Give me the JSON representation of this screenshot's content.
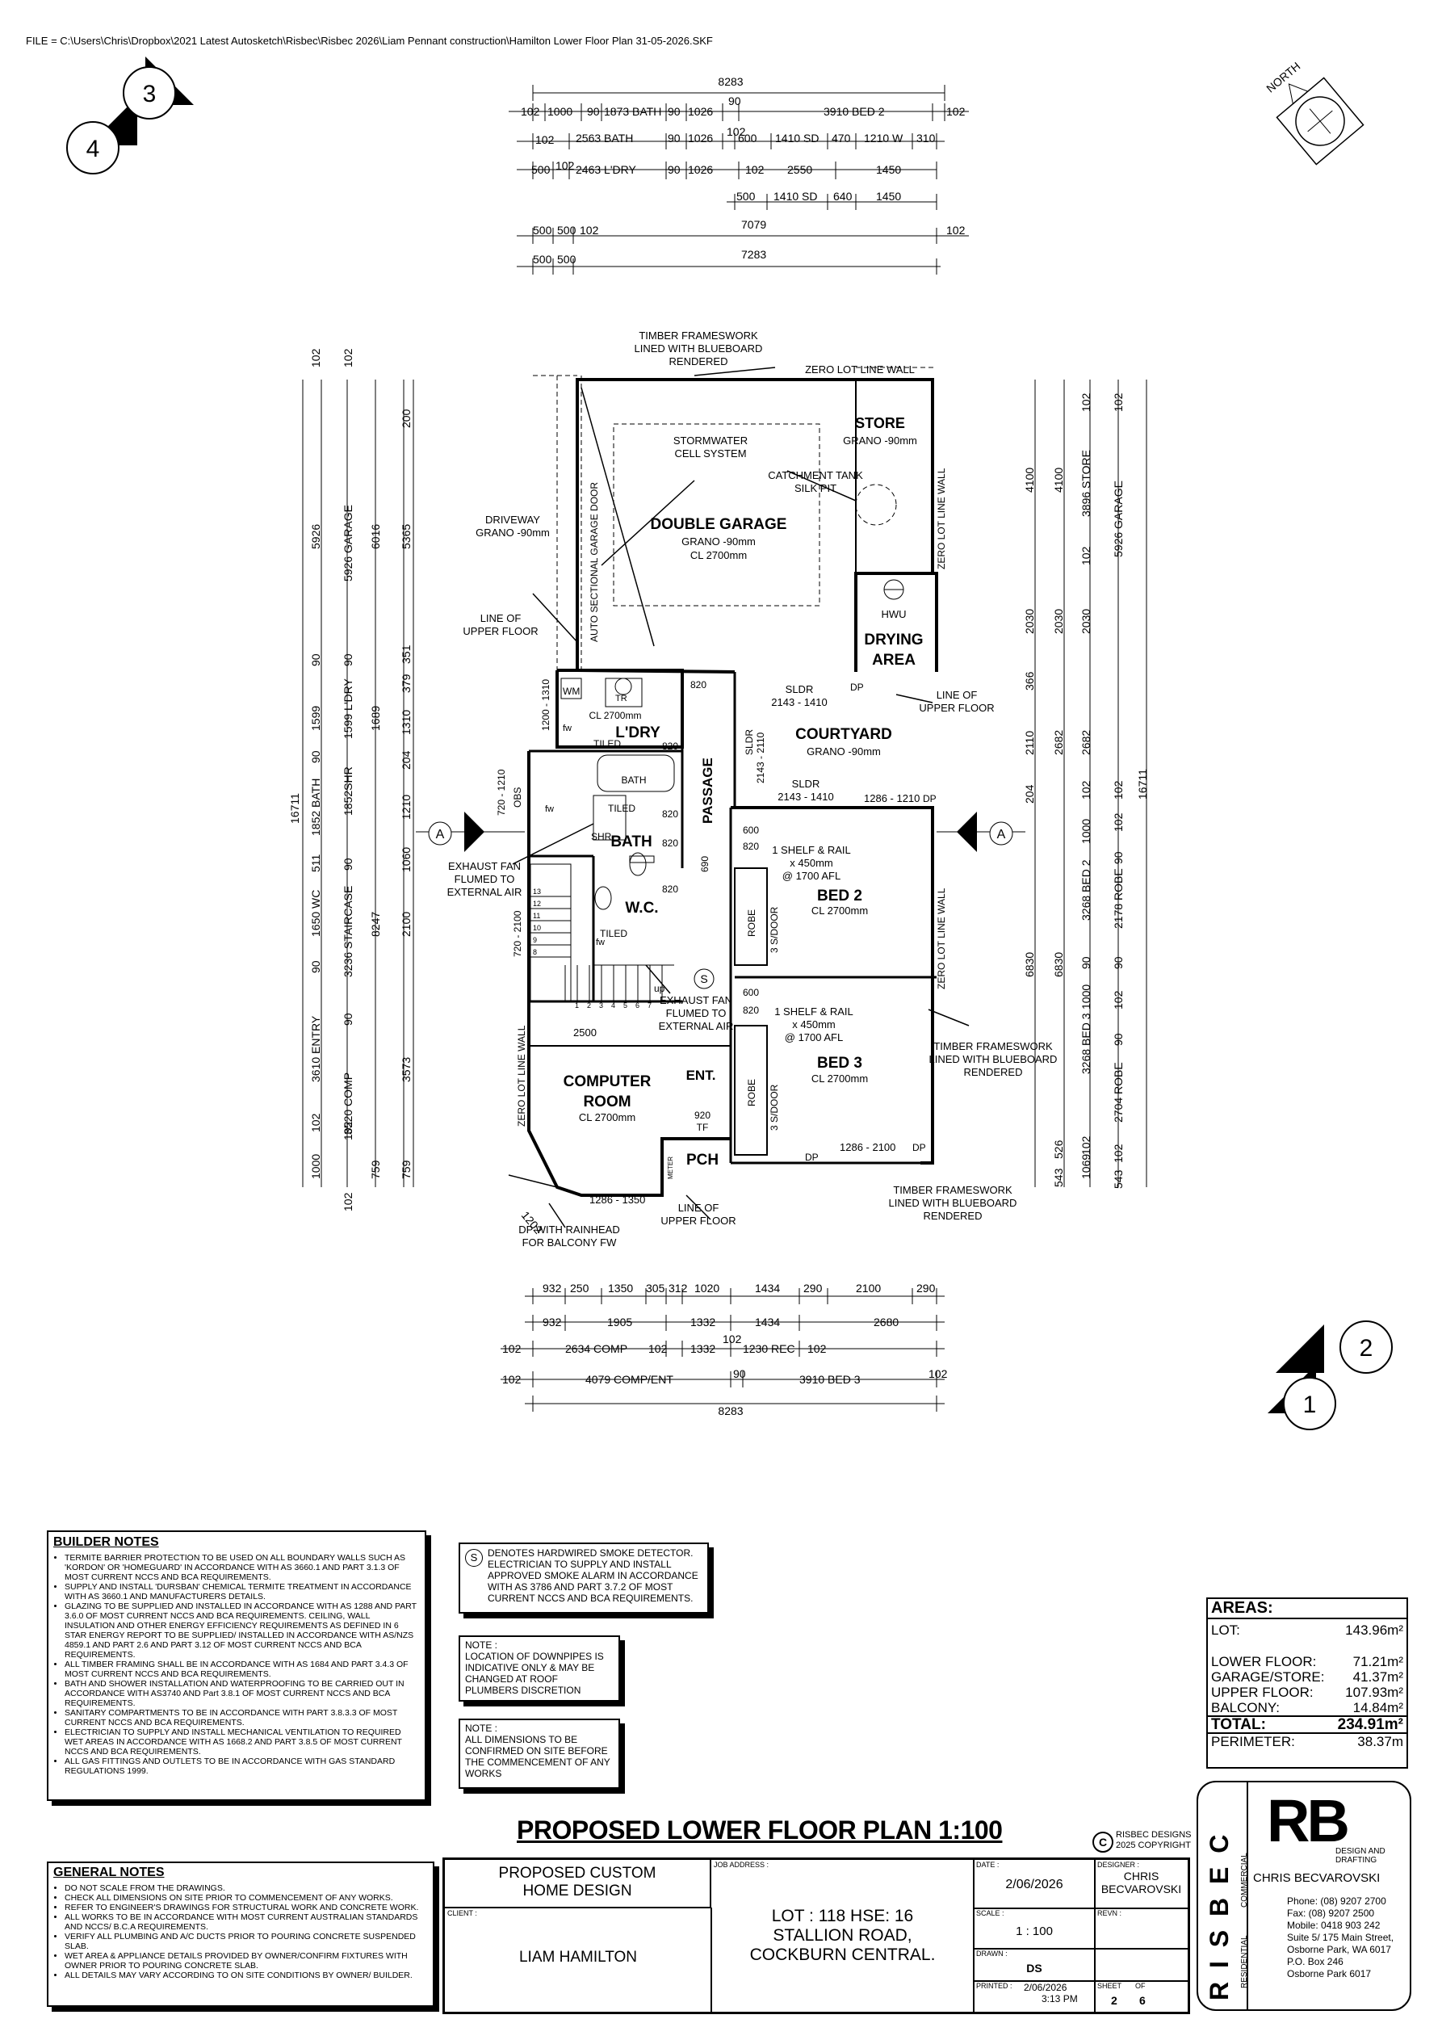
{
  "file_path": "FILE  = C:\\Users\\Chris\\Dropbox\\2021 Latest Autosketch\\Risbec\\Risbec 2026\\Liam Pennant construction\\Hamilton Lower Floor Plan 31-05-2026.SKF",
  "north_label": "NORTH",
  "section_markers": [
    "3",
    "4",
    "2",
    "1"
  ],
  "section_a": "A",
  "top_dims": {
    "overall": "8283",
    "row1": [
      "102",
      "1000",
      "90",
      "1873 BATH",
      "90",
      "1026",
      "90",
      "3910 BED 2",
      "102"
    ],
    "row2": [
      "102",
      "2563 BATH",
      "90",
      "1026",
      "102",
      "600",
      "1410 SD",
      "470",
      "1210 W",
      "310"
    ],
    "row3": [
      "500",
      "102",
      "2463 L'DRY",
      "90",
      "1026",
      "102",
      "2550",
      "1450"
    ],
    "row4": [
      "500",
      "1410 SD",
      "640",
      "1450"
    ],
    "row5": [
      "500",
      "500",
      "102",
      "7079",
      "102"
    ],
    "row6": [
      "500",
      "500",
      "7283"
    ]
  },
  "bottom_dims": {
    "row1": [
      "932",
      "250",
      "1350",
      "305",
      "312",
      "1020",
      "1434",
      "290",
      "2100",
      "290"
    ],
    "row2": [
      "932",
      "1905",
      "1332",
      "1434",
      "2680"
    ],
    "row3": [
      "102",
      "2634 COMP",
      "102",
      "1332",
      "102",
      "1230 REC",
      "102"
    ],
    "row4": [
      "102",
      "4079 COMP/ENT",
      "90",
      "3910 BED 3",
      "102"
    ],
    "overall": "8283"
  },
  "left_dims": [
    "102",
    "102",
    "200",
    "5926",
    "5926 GARAGE",
    "6016",
    "5365",
    "90",
    "90",
    "351",
    "1599",
    "1599 L'DRY",
    "1689",
    "379",
    "1310",
    "90",
    "1852SHR",
    "204",
    "1852 BATH",
    "1210",
    "511",
    "16711",
    "90",
    "1650 WC",
    "3236 STAIRCASE",
    "1060",
    "2100",
    "8247",
    "90",
    "90",
    "3610 ENTRY",
    "3573",
    "3520 COMP",
    "102",
    "1000",
    "102",
    "759",
    "759",
    "102"
  ],
  "right_dims": [
    "102",
    "102",
    "4100",
    "4100",
    "3896 STORE",
    "102",
    "5926 GARAGE",
    "2030",
    "2030",
    "2030",
    "366",
    "2110",
    "2682",
    "2682",
    "204",
    "102",
    "102",
    "16711",
    "1000",
    "102",
    "90",
    "3268 BED 2",
    "2178 ROBE",
    "6830",
    "6830",
    "90",
    "90",
    "1000",
    "102",
    "3268 BED 3",
    "90",
    "2704 ROBE",
    "526",
    "1069",
    "543",
    "102",
    "543",
    "102"
  ],
  "rooms": {
    "store": {
      "name": "STORE",
      "sub": "GRANO -90mm"
    },
    "garage": {
      "name": "DOUBLE GARAGE",
      "sub1": "GRANO -90mm",
      "sub2": "CL 2700mm"
    },
    "drying": {
      "name1": "DRYING",
      "name2": "AREA",
      "hwu": "HWU"
    },
    "laundry": {
      "name": "L'DRY",
      "cl": "CL 2700mm",
      "tiled": "TILED"
    },
    "courtyard": {
      "name": "COURTYARD",
      "sub": "GRANO -90mm"
    },
    "passage": "PASSAGE",
    "bath": {
      "name": "BATH",
      "tiled": "TILED",
      "fixture": "BATH",
      "shr": "SHR"
    },
    "wc": {
      "name": "W.C.",
      "tiled": "TILED"
    },
    "bed2": {
      "name": "BED 2",
      "cl": "CL 2700mm"
    },
    "bed3": {
      "name": "BED 3",
      "cl": "CL 2700mm"
    },
    "computer": {
      "name1": "COMPUTER",
      "name2": "ROOM",
      "cl": "CL 2700mm"
    },
    "ent": "ENT.",
    "pch": "PCH",
    "robe": "ROBE",
    "sdoor": "3 S/DOOR"
  },
  "annotations": {
    "timber_top": [
      "TIMBER FRAMESWORK",
      "LINED WITH BLUEBOARD",
      "RENDERED"
    ],
    "zero_lot_top": "ZERO LOT LINE WALL",
    "stormwater": [
      "STORMWATER",
      "CELL SYSTEM"
    ],
    "catchment": [
      "CATCHMENT TANK",
      "SILK PIT"
    ],
    "driveway": [
      "DRIVEWAY",
      "GRANO -90mm"
    ],
    "upper_floor_left": [
      "LINE OF",
      "UPPER FLOOR"
    ],
    "garage_door": "AUTO SECTIONAL GARAGE DOOR",
    "zero_lot_right": "ZERO LOT LINE WALL",
    "upper_floor_right": [
      "LINE OF",
      "UPPER FLOOR"
    ],
    "dp": "DP",
    "sldr1": [
      "SLDR",
      "2143 - 1410"
    ],
    "sldr2": [
      "SLDR",
      "2143 - 2110"
    ],
    "sldr3": [
      "SLDR",
      "2143 - 1410"
    ],
    "win_1286_1210": "1286 - 1210",
    "d820": "820",
    "d600": "600",
    "d690": "690",
    "w1200_1310": "1200 - 1310",
    "w720_1210": "720 - 1210",
    "obs": "OBS",
    "w720_2100": "720 - 2100",
    "exhaust1": [
      "EXHAUST FAN",
      "FLUMED TO",
      "EXTERNAL AIR"
    ],
    "exhaust2": [
      "EXHAUST FAN",
      "FLUMED TO",
      "EXTERNAL AIR"
    ],
    "shelf1": [
      "1 SHELF & RAIL",
      "x 450mm",
      "@ 1700 AFL"
    ],
    "shelf2": [
      "1 SHELF & RAIL",
      "x 450mm",
      "@ 1700 AFL"
    ],
    "wm": "WM",
    "tr": "TR",
    "fw": "fw",
    "up": "up",
    "s": "S",
    "d2500": "2500",
    "zero_lot_left": "ZERO LOT LINE WALL",
    "d920": [
      "920",
      "TF"
    ],
    "meter": "METER",
    "w1286_1350": "1286 - 1350",
    "w1286_2100": "1286 - 2100",
    "d1202": "1202",
    "dp_rainhead": [
      "DP WITH RAINHEAD",
      "FOR BALCONY FW"
    ],
    "upper_floor_bottom": [
      "LINE OF",
      "UPPER FLOOR"
    ],
    "timber_right": [
      "TIMBER FRAMESWORK",
      "LINED WITH BLUEBOARD",
      "RENDERED"
    ],
    "timber_bottom": [
      "TIMBER FRAMESWORK",
      "LINED WITH BLUEBOARD",
      "RENDERED"
    ],
    "stairs": [
      "1",
      "2",
      "3",
      "4",
      "5",
      "6",
      "7",
      "8",
      "9",
      "10",
      "11",
      "12",
      "13"
    ]
  },
  "builder_notes": {
    "title": "BUILDER NOTES",
    "items": [
      "TERMITE BARRIER PROTECTION TO BE USED ON ALL BOUNDARY WALLS SUCH AS 'KORDON' OR 'HOMEGUARD' IN ACCORDANCE WITH AS 3660.1 AND PART 3.1.3  OF MOST CURRENT NCCS AND BCA REQUIREMENTS.",
      "SUPPLY AND INSTALL 'DURSBAN' CHEMICAL TERMITE TREATMENT IN ACCORDANCE WITH AS 3660.1 AND MANUFACTURERS DETAILS.",
      "GLAZING TO BE SUPPLIED AND INSTALLED IN ACCORDANCE WITH AS 1288 AND PART 3.6.0 OF MOST CURRENT NCCS AND BCA REQUIREMENTS. CEILING, WALL INSULATION AND OTHER ENERGY EFFICIENCY REQUIREMENTS AS DEFINED IN 6 STAR ENERGY REPORT TO BE SUPPLIED/ INSTALLED IN ACCORDANCE WITH AS/NZS 4859.1 AND PART 2.6 AND PART 3.12 OF MOST CURRENT NCCS AND BCA REQUIREMENTS.",
      "ALL TIMBER FRAMING SHALL BE IN ACCORDANCE WITH AS 1684 AND PART 3.4.3  OF MOST CURRENT NCCS AND BCA REQUIREMENTS.",
      "BATH AND SHOWER INSTALLATION AND WATERPROOFING TO BE CARRIED OUT IN ACCORDANCE WITH AS3740 AND Part 3.8.1  OF MOST CURRENT NCCS AND BCA REQUIREMENTS.",
      "SANITARY COMPARTMENTS TO BE IN ACCORDANCE WITH PART 3.8.3.3 OF MOST CURRENT NCCS AND BCA REQUIREMENTS.",
      "ELECTRICIAN TO SUPPLY AND INSTALL MECHANICAL VENTILATION TO REQUIRED WET AREAS IN ACCORDANCE WITH AS 1668.2 AND PART 3.8.5 OF MOST CURRENT NCCS AND BCA REQUIREMENTS.",
      "ALL GAS FITTINGS AND OUTLETS TO BE IN ACCORDANCE WITH GAS STANDARD REGULATIONS 1999."
    ]
  },
  "smoke_note": {
    "symbol": "S",
    "text": "DENOTES HARDWIRED SMOKE DETECTOR. ELECTRICIAN TO SUPPLY AND  INSTALL APPROVED SMOKE ALARM IN ACCORDANCE WITH AS 3786 AND PART 3.7.2  OF MOST CURRENT NCCS AND BCA REQUIREMENTS."
  },
  "note_downpipes": {
    "title": "NOTE :",
    "text": "LOCATION OF DOWNPIPES IS INDICATIVE ONLY & MAY BE CHANGED AT ROOF PLUMBERS DISCRETION"
  },
  "note_dimensions": {
    "title": "NOTE :",
    "text": "ALL DIMENSIONS TO BE CONFIRMED ON SITE BEFORE THE COMMENCEMENT OF ANY WORKS"
  },
  "general_notes": {
    "title": "GENERAL NOTES",
    "items": [
      "DO NOT SCALE FROM THE DRAWINGS.",
      "CHECK ALL DIMENSIONS ON SITE PRIOR TO COMMENCEMENT OF ANY WORKS.",
      "REFER TO ENGINEER'S DRAWINGS FOR STRUCTURAL WORK AND CONCRETE WORK.",
      "ALL WORKS TO BE IN ACCORDANCE WITH MOST CURRENT AUSTRALIAN STANDARDS AND NCCS/ B.C.A REQUIREMENTS.",
      "VERIFY ALL PLUMBING AND A/C DUCTS PRIOR TO POURING CONCRETE SUSPENDED SLAB.",
      "WET AREA & APPLIANCE DETAILS PROVIDED BY OWNER/CONFIRM FIXTURES WITH OWNER PRIOR TO POURING CONCRETE SLAB.",
      "ALL DETAILS MAY VARY ACCORDING TO ON SITE CONDITIONS BY OWNER/ BUILDER."
    ]
  },
  "areas": {
    "title": "AREAS:",
    "lot_label": "LOT:",
    "lot_value": "143.96m²",
    "rows": [
      {
        "label": "LOWER FLOOR:",
        "value": "71.21m²"
      },
      {
        "label": "GARAGE/STORE:",
        "value": "41.37m²"
      },
      {
        "label": "UPPER FLOOR:",
        "value": "107.93m²"
      },
      {
        "label": "BALCONY:",
        "value": "14.84m²"
      }
    ],
    "total_label": "TOTAL:",
    "total_value": "234.91m²",
    "perimeter_label": "PERIMETER:",
    "perimeter_value": "38.37m"
  },
  "title_block": {
    "plan_title": "PROPOSED LOWER FLOOR PLAN 1:100",
    "copyright_symbol": "C",
    "copyright": [
      "RISBEC DESIGNS",
      "2025 COPYRIGHT"
    ],
    "project": [
      "PROPOSED CUSTOM",
      "HOME DESIGN"
    ],
    "job_address_label": "JOB ADDRESS :",
    "job_address": [
      "LOT : 118  HSE: 16",
      "STALLION ROAD,",
      "COCKBURN CENTRAL."
    ],
    "client_label": "CLIENT :",
    "client": "LIAM HAMILTON",
    "date_label": "DATE :",
    "date": "2/06/2026",
    "designer_label": "DESIGNER :",
    "designer": [
      "CHRIS",
      "BECVAROVSKI"
    ],
    "scale_label": "SCALE :",
    "scale": "1 : 100",
    "revn_label": "REVN :",
    "drawn_label": "DRAWN :",
    "drawn": "DS",
    "printed_label": "PRINTED :",
    "printed": [
      "2/06/2026",
      "3:13 PM"
    ],
    "sheet_label": "SHEET",
    "of_label": "OF",
    "sheet": "2",
    "of": "6"
  },
  "company": {
    "vertical": "R I S B E C",
    "residential": "RESIDENTIAL",
    "commercial": "COMMERCIAL",
    "logo": "RB",
    "tagline": "DESIGN AND DRAFTING",
    "name": "CHRIS BECVAROVSKI",
    "contact": [
      "Phone: (08) 9207 2700",
      "Fax: (08) 9207 2500",
      "Mobile: 0418 903 242",
      "Suite 5/ 175 Main Street,",
      "Osborne Park, WA 6017",
      "P.O. Box 246",
      "Osborne Park 6017"
    ]
  }
}
